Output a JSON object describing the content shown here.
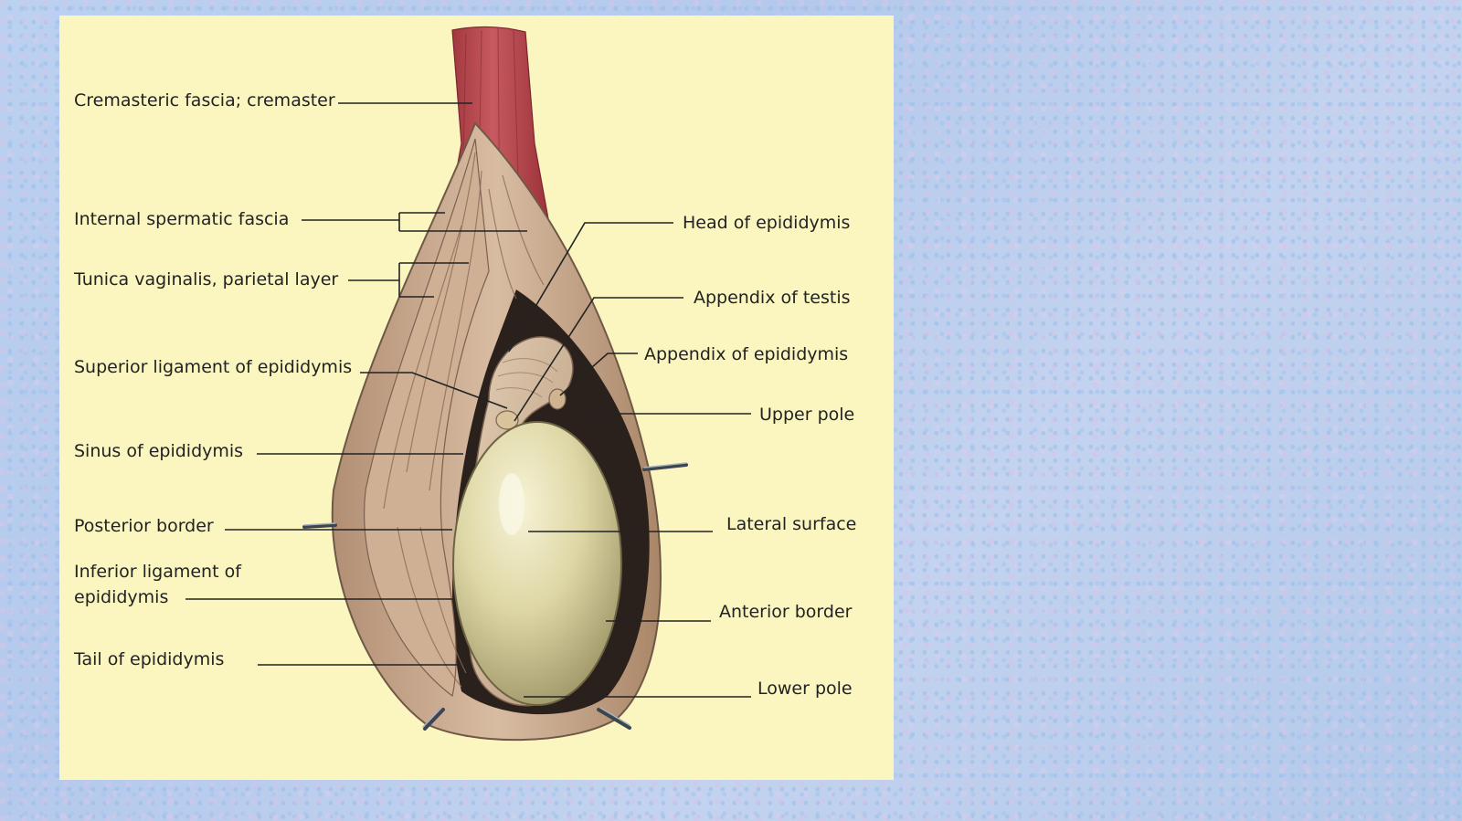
{
  "labels": {
    "cremasteric": "Cremasteric fascia; cremaster",
    "internal_spermatic": "Internal spermatic fascia",
    "tunica_vaginalis": "Tunica vaginalis, parietal layer",
    "superior_ligament": "Superior ligament of epididymis",
    "sinus": "Sinus of epididymis",
    "posterior_border": "Posterior border",
    "inferior_ligament_line1": "Inferior ligament of",
    "inferior_ligament_line2": "epididymis",
    "tail": "Tail of epididymis",
    "head": "Head of epididymis",
    "appendix_testis": "Appendix of testis",
    "appendix_epididymis": "Appendix of epididymis",
    "upper_pole": "Upper pole",
    "lateral_surface": "Lateral surface",
    "anterior_border": "Anterior border",
    "lower_pole": "Lower pole"
  },
  "colors": {
    "background": "#b7cdee",
    "figure_background": "#fbf6bf",
    "cremaster_muscle": "#b5434b",
    "fascia": "#c9a98c",
    "testis": "#ddd6a4",
    "epididymis": "#d3b99c",
    "cavity": "#2a211c"
  }
}
